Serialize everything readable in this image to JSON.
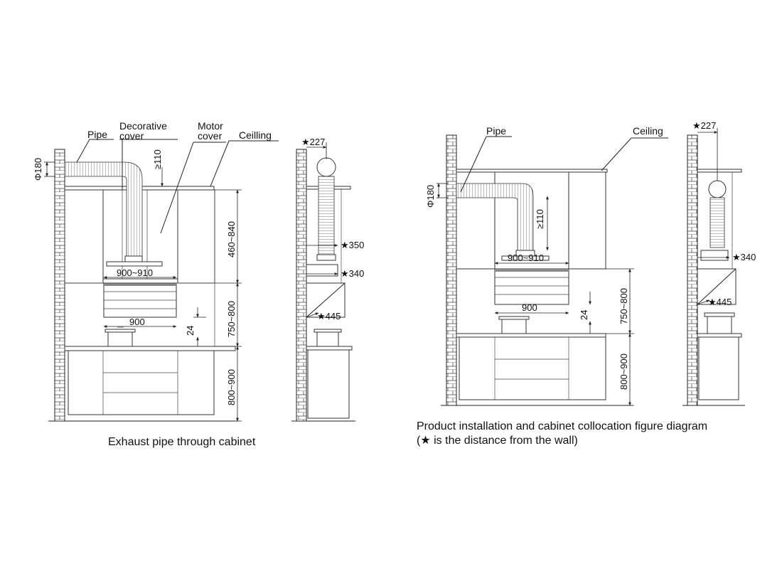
{
  "left_diagram": {
    "labels": {
      "pipe": "Pipe",
      "decorative_1": "Decorative",
      "decorative_2": "cover",
      "motor_1": "Motor",
      "motor_2": "cover",
      "ceiling": "Ceilling"
    },
    "dims": {
      "phi180": "Φ180",
      "ge110": "≥110",
      "w900_910": "900~910",
      "w900": "900",
      "h460_840": "460~840",
      "h750_800": "750~800",
      "h800_900": "800~900",
      "h24": "24"
    },
    "caption": "Exhaust pipe through cabinet"
  },
  "left_side": {
    "dims": {
      "s227": "★227",
      "s350": "★350",
      "s340": "★340",
      "s445": "★445"
    }
  },
  "right_diagram": {
    "labels": {
      "pipe": "Pipe",
      "ceiling": "Ceiling"
    },
    "dims": {
      "phi180": "Φ180",
      "ge110": "≥110",
      "w900_910": "900~910",
      "w900": "900",
      "h750_800": "750~800",
      "h800_900": "800~900",
      "h24": "24"
    },
    "caption_1": "Product installation and cabinet collocation figure diagram",
    "caption_2": "(★ is the distance from the wall)"
  },
  "right_side": {
    "dims": {
      "s227": "★227",
      "s340": "★340",
      "s445": "★445"
    }
  }
}
